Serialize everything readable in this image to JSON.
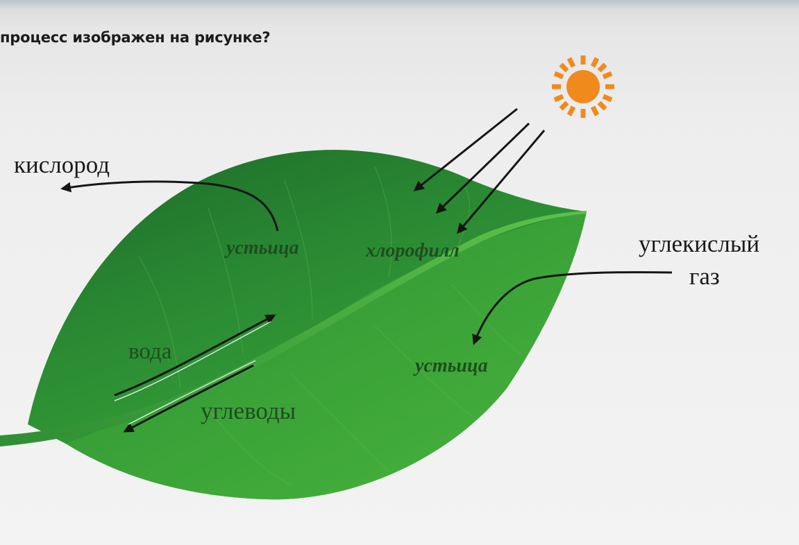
{
  "question": "процесс изображен на рисунке?",
  "labels": {
    "oxygen": "кислород",
    "stomata_top": "устьица",
    "chlorophyll": "хлорофилл",
    "co2_line1": "углекислый",
    "co2_line2": "газ",
    "water": "вода",
    "stomata_bottom": "устьица",
    "carbohydrates": "углеводы"
  },
  "colors": {
    "leaf_dark": "#1f6e2a",
    "leaf_mid": "#2f8f35",
    "leaf_light": "#4fb83e",
    "sun": "#f08a1c",
    "arrow": "#151515"
  }
}
